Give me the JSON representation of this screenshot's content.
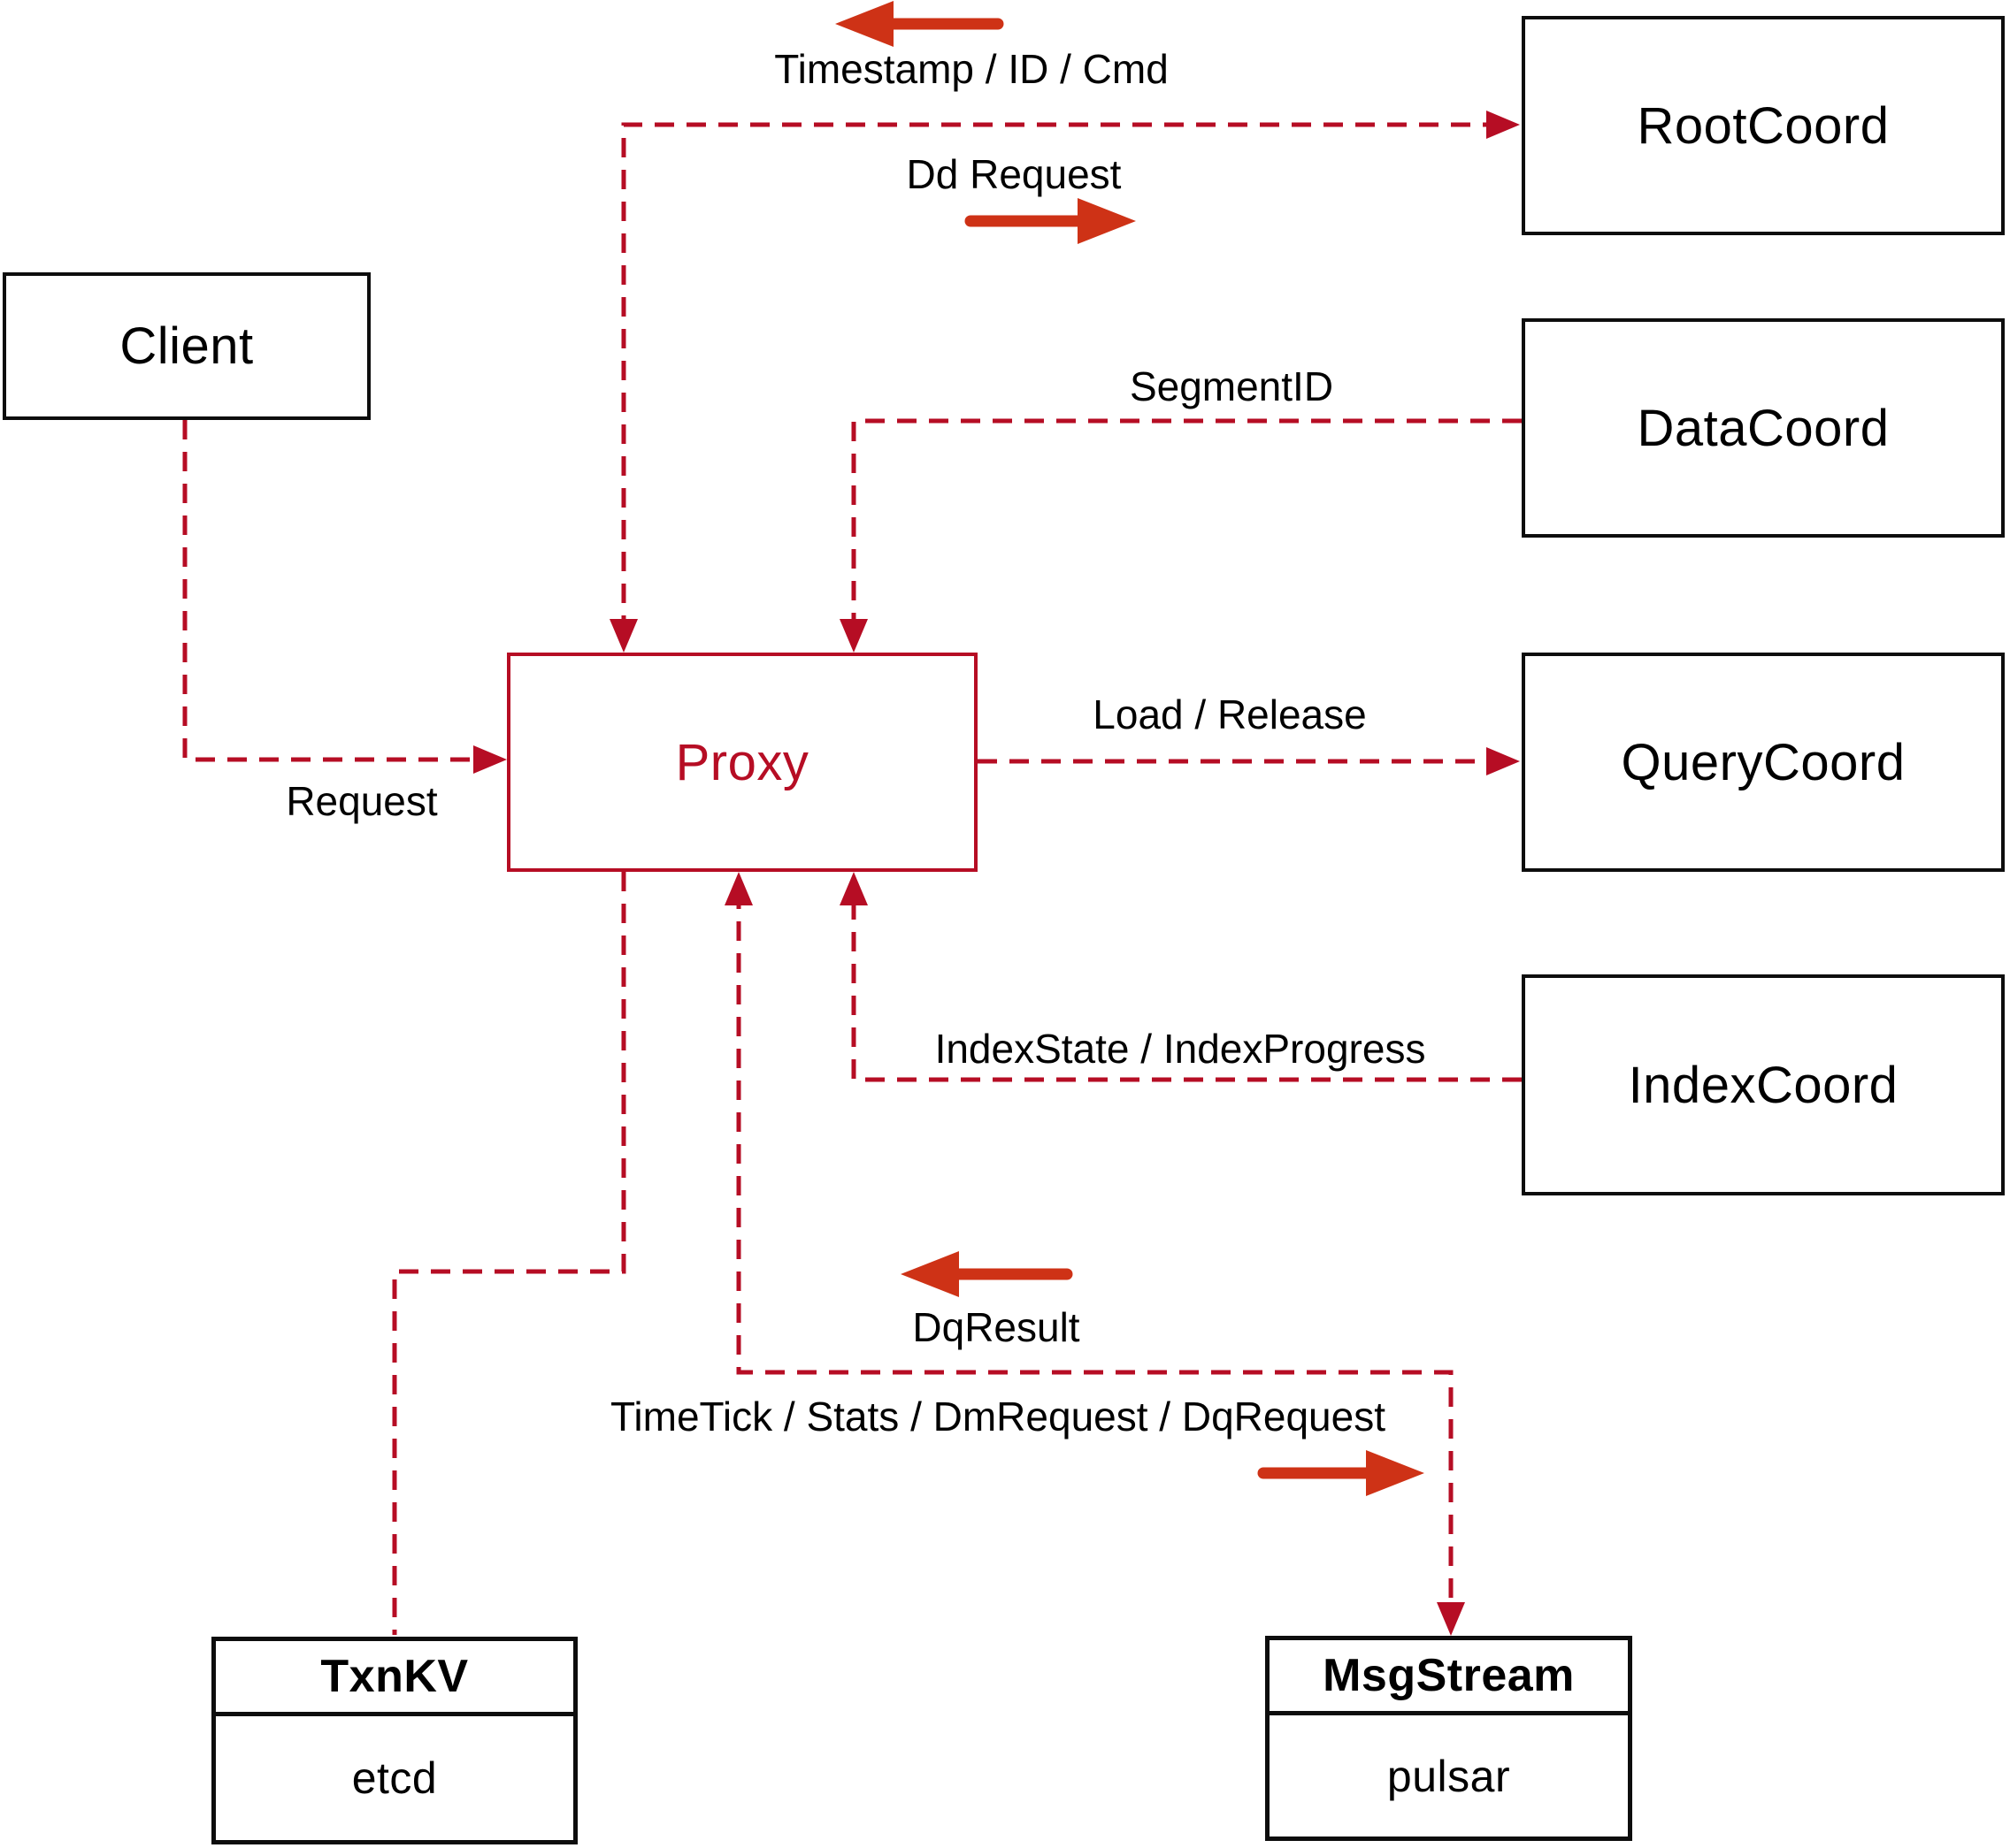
{
  "diagram": {
    "colors": {
      "dashed_line_red": "#b60d24",
      "solid_arrow_red": "#ce3216",
      "box_border_black": "#0d0d0d",
      "text_black": "#000000",
      "background": "#ffffff"
    },
    "nodes": {
      "client": {
        "label": "Client"
      },
      "proxy": {
        "label": "Proxy"
      },
      "root_coord": {
        "label": "RootCoord"
      },
      "data_coord": {
        "label": "DataCoord"
      },
      "query_coord": {
        "label": "QueryCoord"
      },
      "index_coord": {
        "label": "IndexCoord"
      },
      "txn_kv": {
        "title": "TxnKV",
        "subtitle": "etcd"
      },
      "msg_stream": {
        "title": "MsgStream",
        "subtitle": "pulsar"
      }
    },
    "edge_labels": {
      "timestamp_id_cmd": "Timestamp / ID / Cmd",
      "dd_request": "Dd Request",
      "segment_id": "SegmentID",
      "request": "Request",
      "load_release": "Load / Release",
      "index_state": "IndexState / IndexProgress",
      "dq_result": "DqResult",
      "timetick": "TimeTick / Stats / DmRequest / DqRequest"
    }
  }
}
